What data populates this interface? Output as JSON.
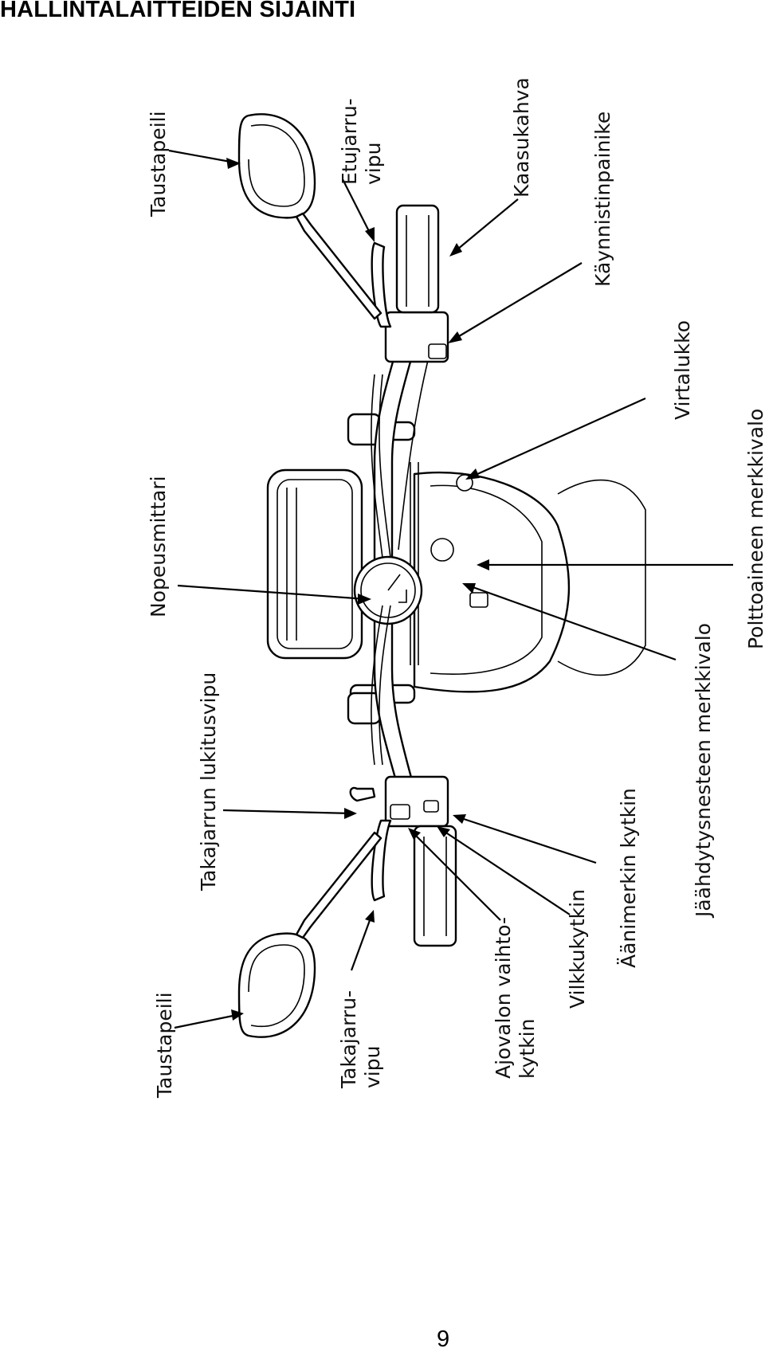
{
  "title": "HALLINTALAITTEIDEN SIJAINTI",
  "page_number": "9",
  "labels": {
    "mirror_right": "Taustapeili",
    "front_brake": [
      "Etujarru-",
      "vipu"
    ],
    "throttle": "Kaasukahva",
    "starter": "Käynnistinpainike",
    "ignition": "Virtalukko",
    "fuel_light": "Polttoaineen merkkivalo",
    "coolant_light": "Jäähdytysnesteen merkkivalo",
    "speedometer": "Nopeusmittari",
    "brake_lock": "Takajarrun lukitusvipu",
    "horn": "Äänimerkin kytkin",
    "turn_signal": "Vilkkukytkin",
    "headlight": [
      "Ajovalon vaihto-",
      "kytkin"
    ],
    "rear_brake": [
      "Takajarru-",
      "vipu"
    ],
    "mirror_left": "Taustapeili"
  }
}
